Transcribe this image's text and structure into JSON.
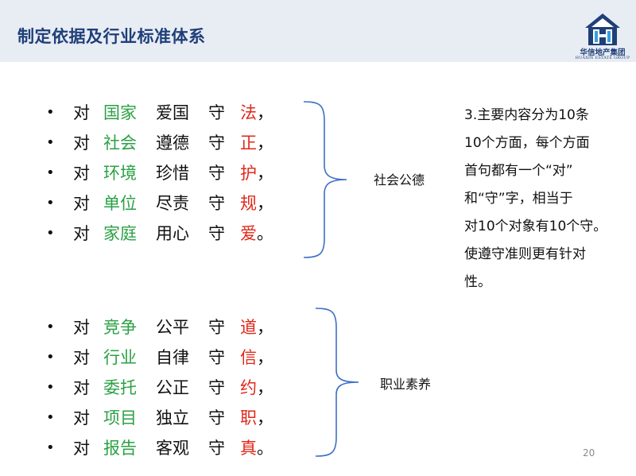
{
  "header": {
    "title": "制定依据及行业标准体系",
    "logo": {
      "icon": "huaxin-logo-icon",
      "name_cn": "华信地产集团",
      "name_en": "HUAXIN ESTATE GROUP"
    }
  },
  "groups": [
    {
      "label": "社会公德",
      "lines": [
        {
          "bullet": "•",
          "dui": "对",
          "object": "国家",
          "action": "爱国",
          "shou": "守",
          "end": "法",
          "punc": "，"
        },
        {
          "bullet": "•",
          "dui": "对",
          "object": "社会",
          "action": "遵德",
          "shou": "守",
          "end": "正",
          "punc": "，"
        },
        {
          "bullet": "•",
          "dui": "对",
          "object": "环境",
          "action": "珍惜",
          "shou": "守",
          "end": "护",
          "punc": "，"
        },
        {
          "bullet": "•",
          "dui": "对",
          "object": "单位",
          "action": "尽责",
          "shou": "守",
          "end": "规",
          "punc": "，"
        },
        {
          "bullet": "•",
          "dui": "对",
          "object": "家庭",
          "action": "用心",
          "shou": "守",
          "end": "爱",
          "punc": "。"
        }
      ]
    },
    {
      "label": "职业素养",
      "lines": [
        {
          "bullet": "•",
          "dui": "对",
          "object": "竞争",
          "action": "公平",
          "shou": "守",
          "end": "道",
          "punc": "，"
        },
        {
          "bullet": "•",
          "dui": "对",
          "object": "行业",
          "action": "自律",
          "shou": "守",
          "end": "信",
          "punc": "，"
        },
        {
          "bullet": "•",
          "dui": "对",
          "object": "委托",
          "action": "公正",
          "shou": "守",
          "end": "约",
          "punc": "，"
        },
        {
          "bullet": "•",
          "dui": "对",
          "object": "项目",
          "action": "独立",
          "shou": "守",
          "end": "职",
          "punc": "，"
        },
        {
          "bullet": "•",
          "dui": "对",
          "object": "报告",
          "action": "客观",
          "shou": "守",
          "end": "真",
          "punc": "。"
        }
      ]
    }
  ],
  "note": {
    "lines": [
      "3.主要内容分为10条",
      "10个方面，每个方面",
      "首句都有一个“对”",
      "和“守”字，相当于",
      "对10个对象有10个守。",
      "使遵守准则更有针对",
      "性。"
    ]
  },
  "page_number": "20",
  "colors": {
    "header_bg": "#e8edf4",
    "title": "#1f3f78",
    "object_green": "#2aa143",
    "end_red": "#e0271a",
    "brace_blue": "#3d6fc4"
  }
}
